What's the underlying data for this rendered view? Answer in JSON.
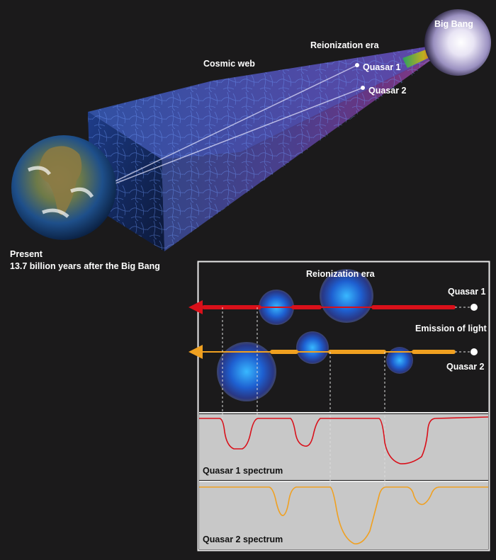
{
  "labels": {
    "big_bang": "Big Bang",
    "reionization_top": "Reionization era",
    "cosmic_web": "Cosmic web",
    "quasar1_top": "Quasar 1",
    "quasar2_top": "Quasar 2",
    "present_line1": "Present",
    "present_line2": "13.7 billion years after the Big Bang"
  },
  "inset": {
    "reionization": "Reionization era",
    "quasar1": "Quasar 1",
    "emission": "Emission of light",
    "quasar2": "Quasar 2"
  },
  "spectra": {
    "quasar1_label": "Quasar 1 spectrum",
    "quasar2_label": "Quasar 2 spectrum"
  },
  "colors": {
    "background": "#1b1a1b",
    "quasar1_line": "#d9101a",
    "quasar2_line": "#f0a020",
    "spectrum_panel": "#c8c8c8",
    "bubble": "#2a8be0"
  }
}
